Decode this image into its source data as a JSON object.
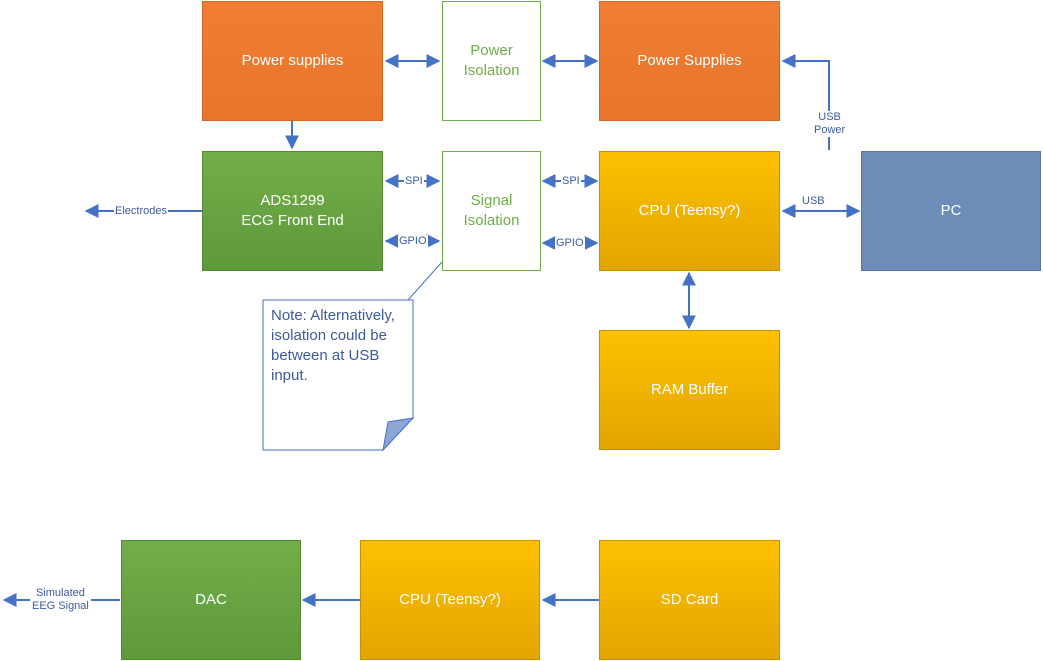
{
  "blocks": {
    "power_supplies_left": "Power supplies",
    "power_isolation": "Power\nIsolation",
    "power_supplies_right": "Power Supplies",
    "ads1299": "ADS1299\nECG Front End",
    "signal_isolation": "Signal\nIsolation",
    "cpu_top": "CPU (Teensy?)",
    "pc": "PC",
    "ram_buffer": "RAM Buffer",
    "dac": "DAC",
    "cpu_bottom": "CPU (Teensy?)",
    "sd_card": "SD Card"
  },
  "labels": {
    "spi_left": "SPI",
    "spi_right": "SPI",
    "gpio_left": "GPIO",
    "gpio_right": "GPIO",
    "usb": "USB",
    "usb_power": "USB\nPower",
    "electrodes": "Electrodes",
    "simulated_eeg": "Simulated\nEEG Signal"
  },
  "note": "Note: Alternatively,\nisolation could be\nbetween at USB\ninput.",
  "colors": {
    "orange": "#ed7d31",
    "green": "#70ad47",
    "gold": "#ffc000",
    "blue": "#6b8db8",
    "connector": "#4472c4"
  }
}
